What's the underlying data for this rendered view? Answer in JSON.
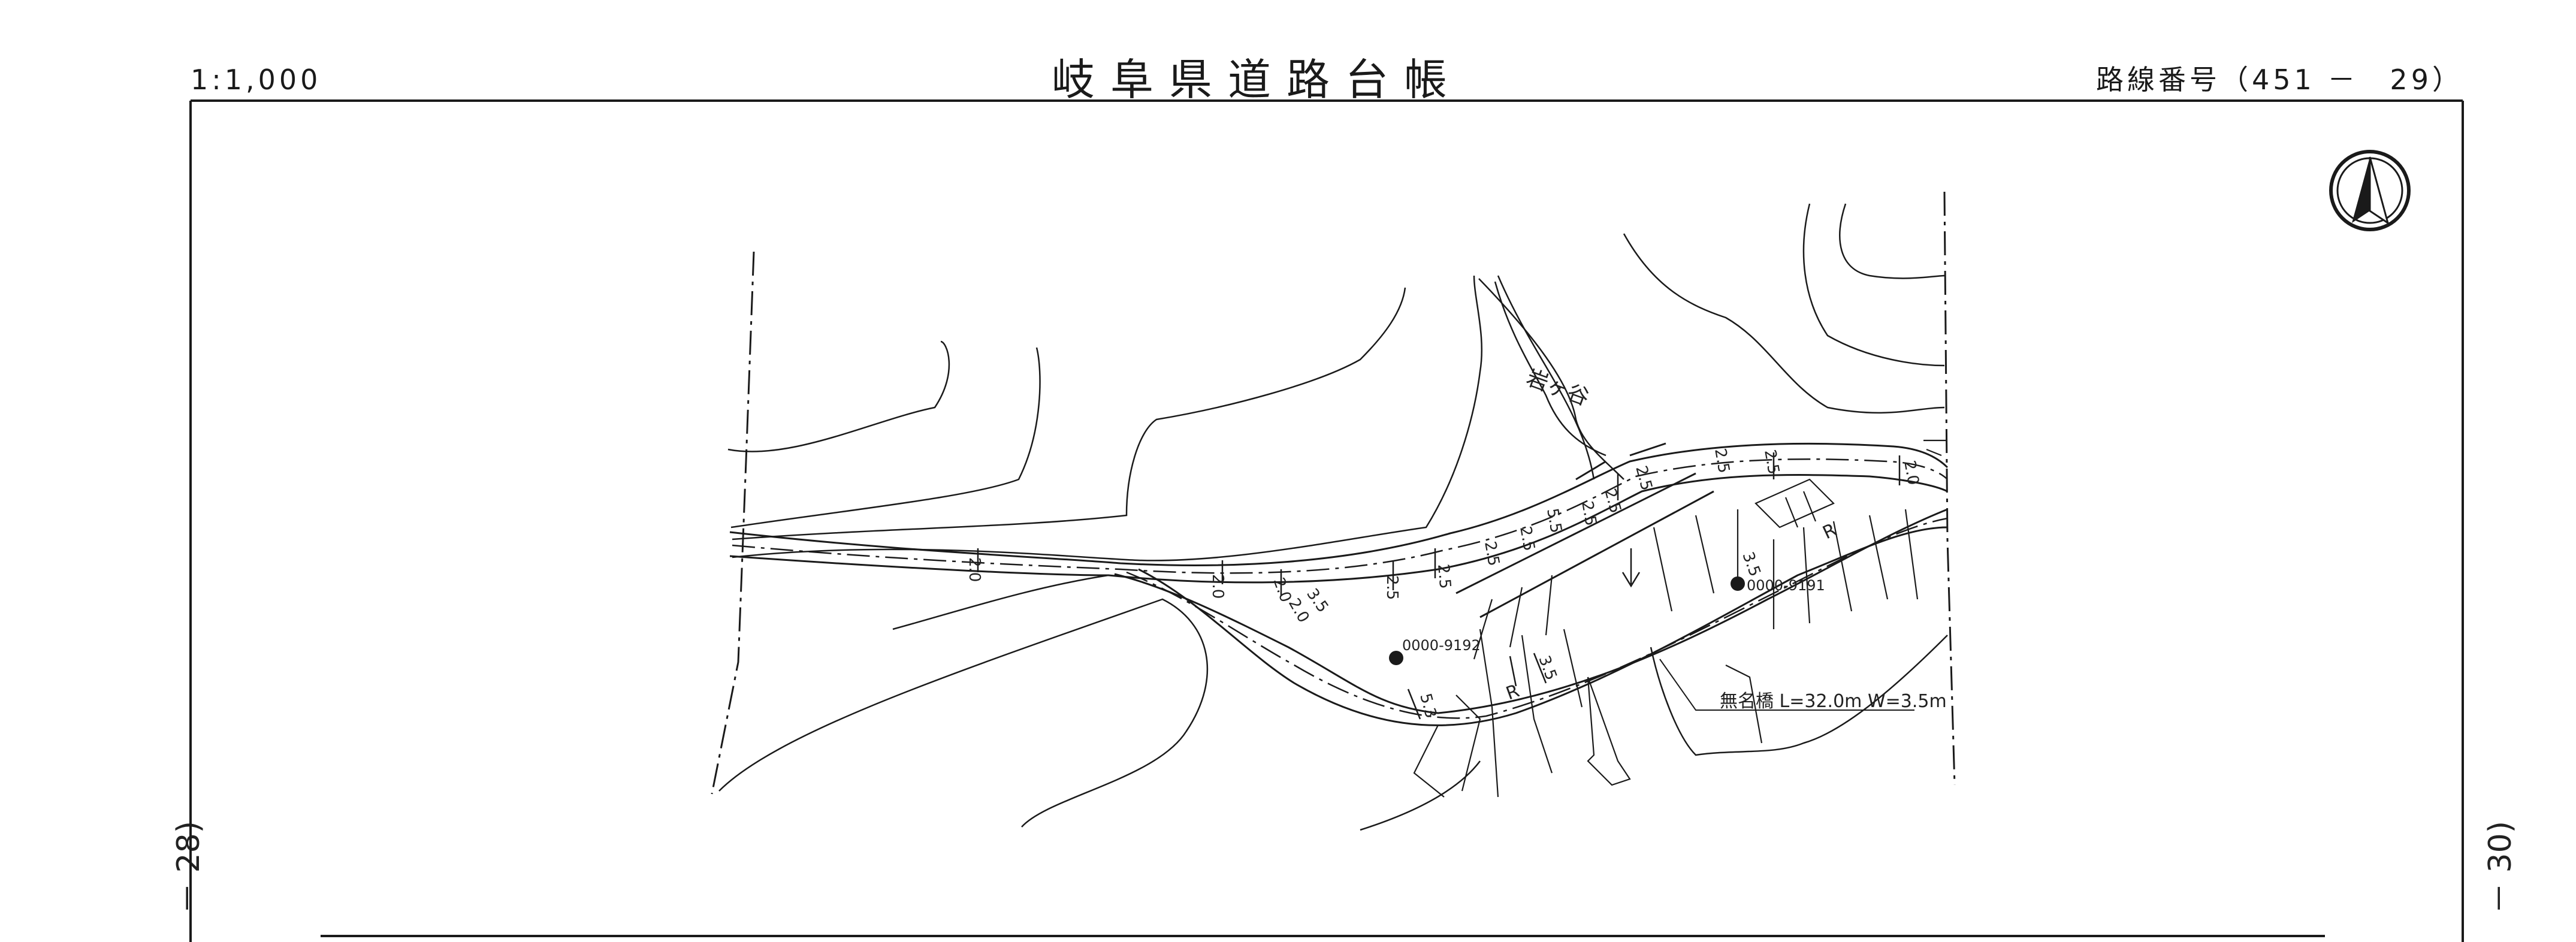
{
  "header": {
    "scale": "1:1,000",
    "title": "岐阜県道路台帳",
    "route_number": "路線番号（451 －　29）"
  },
  "side_codes": {
    "left": "－ 28)",
    "right": "－ 30)"
  },
  "map": {
    "stream_name": "岩ヶ谷",
    "control_points": [
      "0000-9192",
      "0000-9191"
    ],
    "bridge_note": "無名橋 L=32.0m W=3.5m",
    "width_labels": [
      "2.0",
      "2.0",
      "2.0",
      "2.0",
      "2.5",
      "2.5",
      "2.5",
      "2.5",
      "5.5",
      "2.5",
      "2.5",
      "2.5",
      "2.5",
      "2.0",
      "2.5",
      "3.5",
      "3.5",
      "3.5",
      "5.3"
    ],
    "road_marks": [
      "R",
      "R"
    ],
    "north_arrow": "north-arrow-icon"
  },
  "colors": {
    "ink": "#1a1a1a",
    "paper": "#ffffff"
  }
}
